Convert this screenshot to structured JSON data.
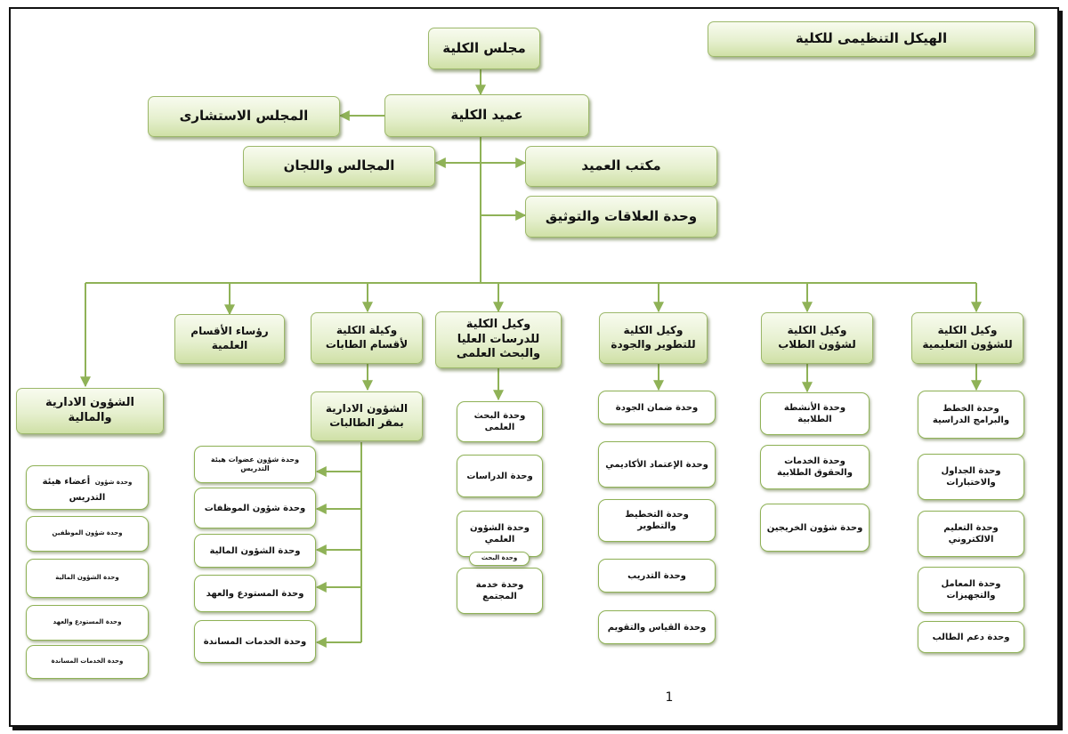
{
  "title": "الهيكل التنظيمى للكلية",
  "top": {
    "council": "مجلس الكلية",
    "dean": "عميد الكلية",
    "advisory": "المجلس الاستشارى",
    "councils_committees": "المجالس واللجان",
    "dean_office": "مكتب العميد",
    "relations_unit": "وحدة العلاقات والتوثيق"
  },
  "divisions": {
    "education": {
      "head": "وكيل الكلية للشؤون التعليمية",
      "units": [
        "وحدة الخطط والبرامج الدراسية",
        "وحدة الجداول والاختبارات",
        "وحدة التعليم الالكتروني",
        "وحدة المعامل والتجهيزات",
        "وحدة دعم الطالب"
      ]
    },
    "students": {
      "head": "وكيل الكلية لشؤون الطلاب",
      "units": [
        "وحدة الأنشطة الطلابية",
        "وحدة الخدمات والحقوق الطلابية",
        "وحدة شؤون الخريجين"
      ]
    },
    "development": {
      "head": "وكيل الكلية للتطوير والجودة",
      "units": [
        "وحدة ضمان الجودة",
        "وحدة الإعتماد الأكاديمي",
        "وحدة التخطيط والتطوير",
        "وحدة التدريب",
        "وحدة القياس والتقويم"
      ]
    },
    "research": {
      "head": "وكيل الكلية للدرسات العليا والبحث العلمى",
      "units": [
        "وحدة البحث العلمى",
        "وحدة الدراسات",
        "وحدة الشؤون العلمي",
        "وحدة خدمة المجتمع"
      ],
      "overlay_label": "وحدة البحث"
    },
    "female": {
      "head": "وكيلة الكلية لأقسام الطابات",
      "sub_head": "الشؤون الادارية بمقر الطالبات",
      "units": [
        "وحدة شؤون عضوات هيئة التدريس",
        "وحدة شؤون الموظفات",
        "وحدة الشؤون المالية",
        "وحدة المستودع والعهد",
        "وحدة الخدمات المساندة"
      ]
    },
    "departments": {
      "head": "رؤساء الأقسام العلمية"
    },
    "admin": {
      "head": "الشؤون الادارية والمالية",
      "unit1_small": "وحدة شؤون",
      "unit1_large": "أعضاء هيئة التدريس",
      "units": [
        "وحدة شؤون الموظفين",
        "وحدة الشؤون المالية",
        "وحدة المستودع والعهد",
        "وحدة الخدمات المساندة"
      ]
    }
  },
  "colors": {
    "line": "#8fb257",
    "box_fill": "#e6f0cf",
    "box_border": "#9cb86a",
    "frame": "#111111"
  },
  "page_number": "1"
}
